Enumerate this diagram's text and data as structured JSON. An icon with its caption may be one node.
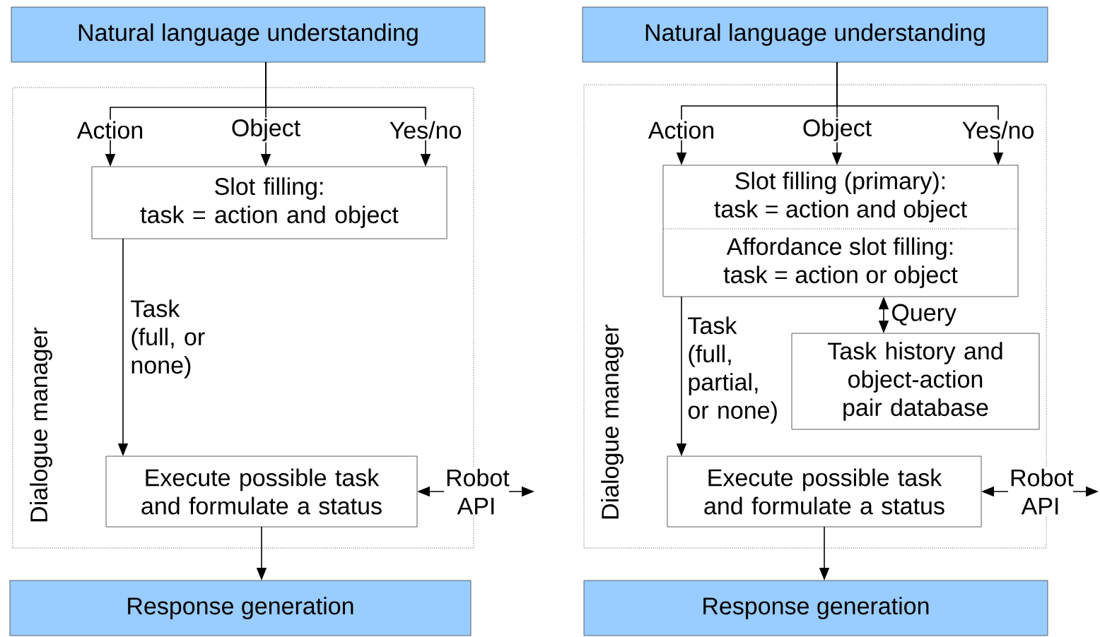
{
  "diagram": {
    "nodes": [
      {
        "text": [
          "Natural language understanding"
        ]
      },
      {
        "text": [
          "Dialogue manager"
        ]
      },
      {
        "text": [
          "Slot filling:",
          "task = action and object"
        ],
        "in": 1
      },
      {
        "text": [
          "Execute possible task and formulate a status"
        ],
        "in": 1
      },
      {
        "text": [
          "Response generation"
        ]
      },
      {
        "text": [
          "Natural language understanding"
        ]
      },
      {
        "text": [
          "Dialogue manager"
        ]
      },
      {
        "text": [
          "Slot filling (primary):",
          "task = action and object",
          "Affordance slot filling:",
          "task = action or object"
        ],
        "in": 6
      },
      {
        "text": [
          "Task history and object-action pair database"
        ],
        "in": 6
      },
      {
        "text": [
          "Execute possible task and formulate a status"
        ],
        "in": 6
      },
      {
        "text": [
          "Response generation"
        ]
      }
    ],
    "edges": [
      {
        "from": 0,
        "to": 2,
        "arrow": "to",
        "label": "Action"
      },
      {
        "from": 0,
        "to": 2,
        "arrow": "to",
        "label": "Object"
      },
      {
        "from": 0,
        "to": 2,
        "arrow": "to",
        "label": "Yes/no"
      },
      {
        "from": 2,
        "to": 3,
        "arrow": "to",
        "label": "Task (full, or none)"
      },
      {
        "from": 3,
        "to": 4,
        "arrow": "to"
      },
      {
        "from": 3,
        "to": null,
        "arrow": "both",
        "label": "Robot API"
      },
      {
        "from": 5,
        "to": 7,
        "arrow": "to",
        "label": "Action"
      },
      {
        "from": 5,
        "to": 7,
        "arrow": "to",
        "label": "Object"
      },
      {
        "from": 5,
        "to": 7,
        "arrow": "to",
        "label": "Yes/no"
      },
      {
        "from": 7,
        "to": 9,
        "arrow": "to",
        "label": "Task (full, partial, or none)"
      },
      {
        "from": 7,
        "to": 8,
        "arrow": "both",
        "label": "Query"
      },
      {
        "from": 9,
        "to": 10,
        "arrow": "to"
      },
      {
        "from": 9,
        "to": null,
        "arrow": "both",
        "label": "Robot API"
      }
    ]
  }
}
